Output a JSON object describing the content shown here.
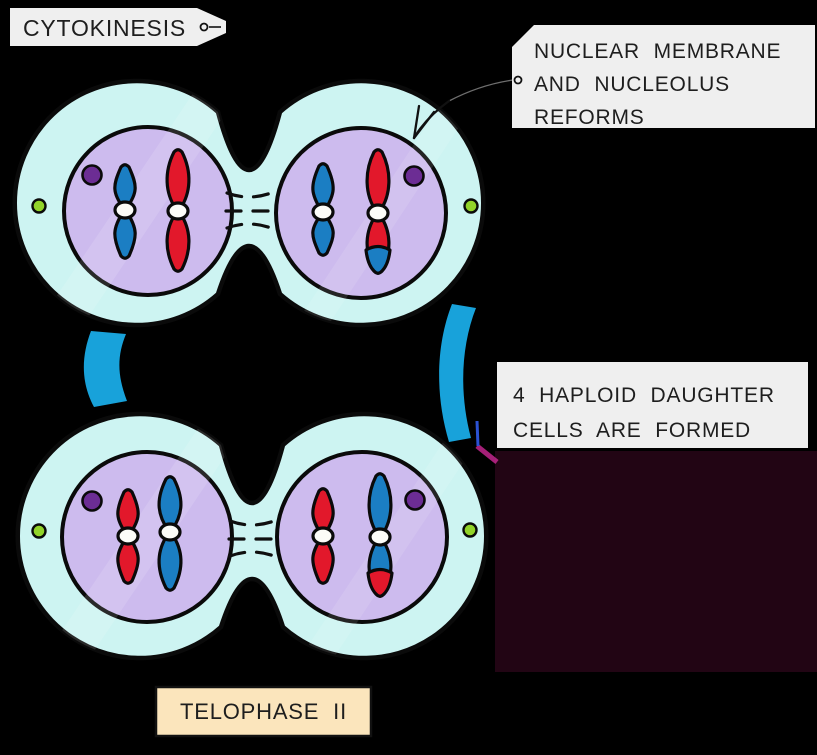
{
  "labels": {
    "cytokinesis": "CYTOKINESIS",
    "nuclear_membrane": [
      "NUCLEAR MEMBRANE",
      "AND NUCLEOLUS",
      "REFORMS"
    ],
    "haploid": [
      "4 HAPLOID DAUGHTER",
      "CELLS ARE FORMED"
    ],
    "telophase": "TELOPHASE II"
  },
  "colors": {
    "background": "#000000",
    "cytoplasm": "#CDF4F2",
    "nucleus": "#CDBBEE",
    "chromosome_blue": "#1B7EC3",
    "chromosome_red": "#E2182B",
    "centromere": "#FCFCF8",
    "nucleolus": "#6C2D94",
    "centriole": "#92D329",
    "transition_arrow": "#18A2DA",
    "label_bg": "#EFEFEF",
    "stage_label_bg": "#FBE5BC",
    "watermark_patch": "#220514",
    "watermark_glow": "#C2268E"
  },
  "cells": [
    {
      "position": "top-left",
      "contents": [
        "blue chromosome",
        "red chromosome",
        "nucleolus",
        "centriole"
      ]
    },
    {
      "position": "top-right",
      "contents": [
        "blue chromosome",
        "red chromosome with blue crossover tip",
        "nucleolus",
        "centriole"
      ]
    },
    {
      "position": "bottom-left",
      "contents": [
        "red chromosome",
        "blue chromosome",
        "nucleolus",
        "centriole"
      ]
    },
    {
      "position": "bottom-right",
      "contents": [
        "red chromosome",
        "blue chromosome with red crossover tip",
        "nucleolus",
        "centriole"
      ]
    }
  ]
}
